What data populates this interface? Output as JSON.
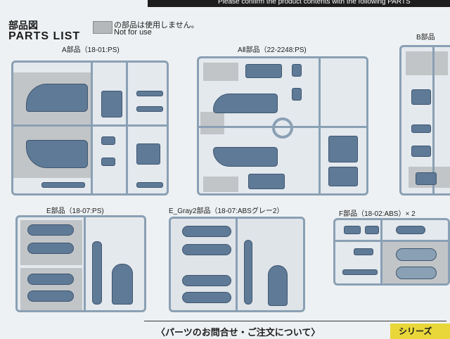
{
  "header": {
    "notice": "Please confirm the product contents with the following PARTS"
  },
  "title": {
    "jp": "部品図",
    "en": "PARTS LIST"
  },
  "legend": {
    "jp": "の部品は使用しません。",
    "en": "Not for use",
    "swatch_color": "#b5b8ba"
  },
  "sprues": {
    "a": {
      "label": "A部品（18-01:PS)"
    },
    "a2": {
      "label": "AⅡ部品（22-2248:PS)"
    },
    "b": {
      "label": "B部品"
    },
    "e": {
      "label": "E部品（18-07:PS)"
    },
    "eg": {
      "label": "E_Gray2部品（18-07:ABSグレー2）"
    },
    "f": {
      "label": "F部品（18-02:ABS）× 2"
    }
  },
  "footer": {
    "text": "〈パーツのお問合せ・ご注文について〉",
    "badge": "シリーズ"
  },
  "colors": {
    "sprue": "#8aa0b4",
    "part": "#5f7a96",
    "not_used": "#c2c5c7"
  }
}
